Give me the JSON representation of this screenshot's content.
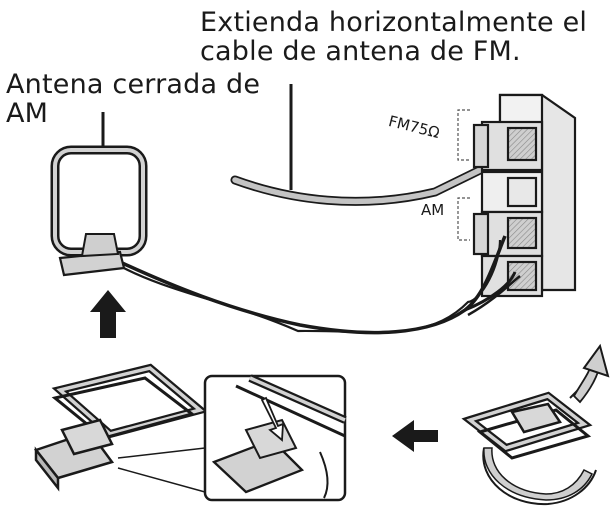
{
  "diagram": {
    "fm_instruction": [
      "Extienda horizontalmente el",
      "cable de antena de FM."
    ],
    "am_loop_label": [
      "Antena cerrada de",
      "AM"
    ],
    "fm_terminal_label": "FM75Ω",
    "am_terminal_label": "AM"
  },
  "colors": {
    "line": "#1a1a1a",
    "cable_fill": "#b8b8b8",
    "panel_fill": "#e6e6e6",
    "antenna_fill": "#d2d2d2"
  }
}
